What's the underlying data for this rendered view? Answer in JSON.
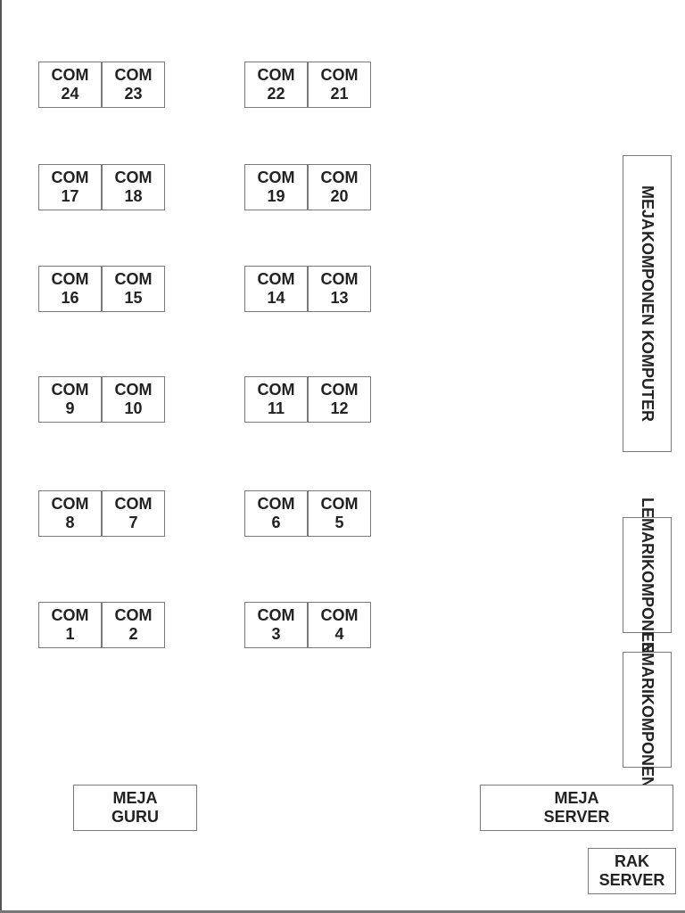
{
  "computers": [
    {
      "label": "COM",
      "number": "24"
    },
    {
      "label": "COM",
      "number": "23"
    },
    {
      "label": "COM",
      "number": "22"
    },
    {
      "label": "COM",
      "number": "21"
    },
    {
      "label": "COM",
      "number": "17"
    },
    {
      "label": "COM",
      "number": "18"
    },
    {
      "label": "COM",
      "number": "19"
    },
    {
      "label": "COM",
      "number": "20"
    },
    {
      "label": "COM",
      "number": "16"
    },
    {
      "label": "COM",
      "number": "15"
    },
    {
      "label": "COM",
      "number": "14"
    },
    {
      "label": "COM",
      "number": "13"
    },
    {
      "label": "COM",
      "number": "9"
    },
    {
      "label": "COM",
      "number": "10"
    },
    {
      "label": "COM",
      "number": "11"
    },
    {
      "label": "COM",
      "number": "12"
    },
    {
      "label": "COM",
      "number": "8"
    },
    {
      "label": "COM",
      "number": "7"
    },
    {
      "label": "COM",
      "number": "6"
    },
    {
      "label": "COM",
      "number": "5"
    },
    {
      "label": "COM",
      "number": "1"
    },
    {
      "label": "COM",
      "number": "2"
    },
    {
      "label": "COM",
      "number": "3"
    },
    {
      "label": "COM",
      "number": "4"
    }
  ],
  "furniture": {
    "meja_komponen": {
      "line1": "MEJA",
      "line2": "KOMPONEN KOMPUTER"
    },
    "lemari_1": {
      "line1": "LEMARI",
      "line2": "KOMPONEN"
    },
    "lemari_2": {
      "line1": "LEMARI",
      "line2": "KOMPONEN"
    },
    "meja_guru": {
      "line1": "MEJA",
      "line2": "GURU"
    },
    "meja_server": {
      "line1": "MEJA",
      "line2": "SERVER"
    },
    "rak_server": {
      "line1": "RAK",
      "line2": "SERVER"
    }
  }
}
